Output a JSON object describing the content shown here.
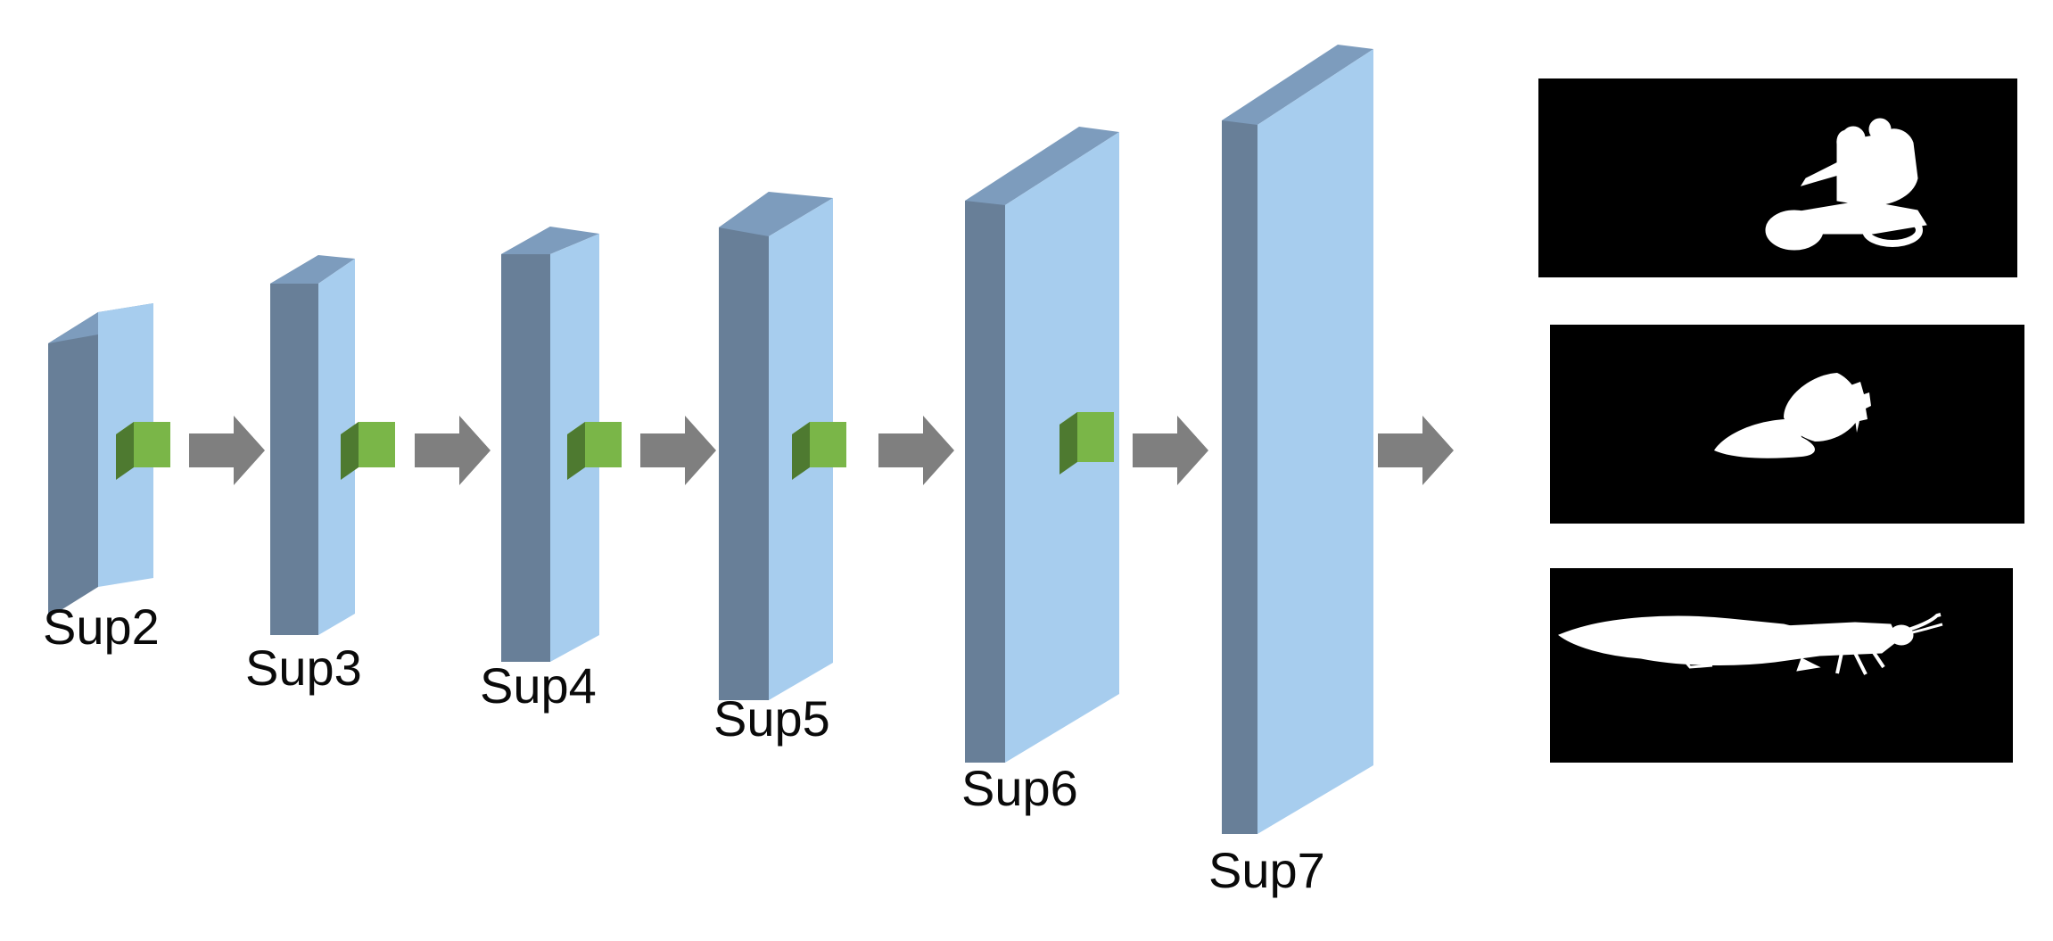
{
  "stages": [
    {
      "label": "Sup2"
    },
    {
      "label": "Sup3"
    },
    {
      "label": "Sup4"
    },
    {
      "label": "Sup5"
    },
    {
      "label": "Sup6"
    },
    {
      "label": "Sup7"
    }
  ],
  "outputs": [
    {
      "subject": "motorcyclist-mask"
    },
    {
      "subject": "butterfly-mask"
    },
    {
      "subject": "insect-mask"
    }
  ],
  "colors": {
    "block_front": "#a7cdee",
    "block_side": "#687f98",
    "block_top": "#7d9cbd",
    "cube_front": "#7ab648",
    "cube_side": "#4e7a30",
    "cube_top": "#8ccb5b",
    "arrow": "#7f7f7f",
    "mask_bg": "#000000",
    "mask_fg": "#ffffff"
  }
}
